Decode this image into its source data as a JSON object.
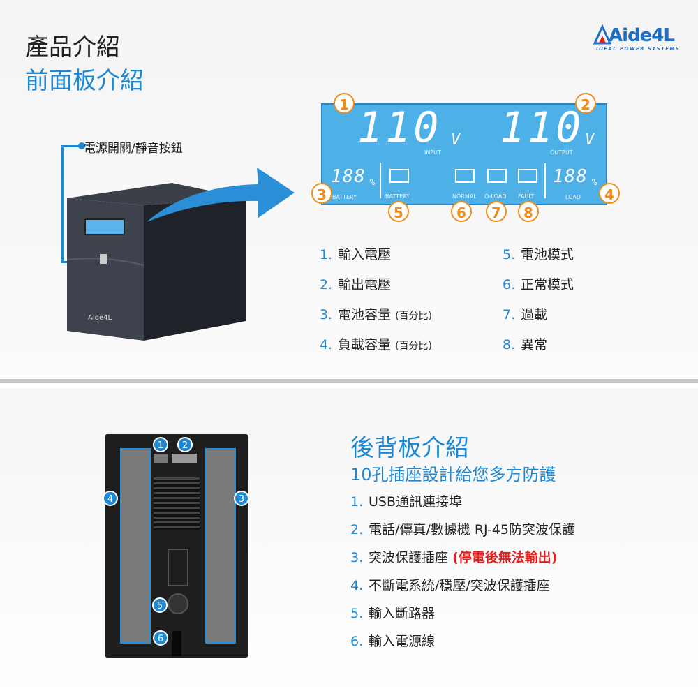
{
  "header": {
    "title": "產品介紹",
    "subtitle": "前面板介紹"
  },
  "logo": {
    "word": "Aide4L",
    "tagline": "IDEAL POWER SYSTEMS"
  },
  "front": {
    "callout": "電源開關/靜音按鈕",
    "lcd": {
      "input_value": "110",
      "output_value": "110",
      "unit": "V",
      "input_label": "INPUT",
      "output_label": "OUTPUT",
      "battery_pct": "188",
      "load_pct": "188",
      "pct_sign": "%",
      "battery_label": "BATTERY",
      "battery_mode_label": "BATTERY",
      "normal_label": "NORMAL",
      "oload_label": "O-LOAD",
      "fault_label": "FAULT",
      "load_label": "LOAD"
    },
    "badges": [
      "1",
      "2",
      "3",
      "4",
      "5",
      "6",
      "7",
      "8"
    ],
    "features": [
      {
        "num": "1.",
        "text": "輸入電壓",
        "note": ""
      },
      {
        "num": "2.",
        "text": "輸出電壓",
        "note": ""
      },
      {
        "num": "3.",
        "text": "電池容量",
        "note": "(百分比)"
      },
      {
        "num": "4.",
        "text": "負載容量",
        "note": "(百分比)"
      },
      {
        "num": "5.",
        "text": "電池模式",
        "note": ""
      },
      {
        "num": "6.",
        "text": "正常模式",
        "note": ""
      },
      {
        "num": "7.",
        "text": "過載",
        "note": ""
      },
      {
        "num": "8.",
        "text": "異常",
        "note": ""
      }
    ]
  },
  "rear": {
    "title": "後背板介紹",
    "subtitle": "10孔插座設計給您多方防護",
    "badges": [
      "1",
      "2",
      "3",
      "4",
      "5",
      "6"
    ],
    "items": [
      {
        "num": "1.",
        "text": "USB通訊連接埠",
        "highlight": ""
      },
      {
        "num": "2.",
        "text": "電話/傳真/數據機 RJ-45防突波保護",
        "highlight": ""
      },
      {
        "num": "3.",
        "text": "突波保護插座",
        "highlight": "(停電後無法輸出)"
      },
      {
        "num": "4.",
        "text": "不斷電系統/穩壓/突波保護插座",
        "highlight": ""
      },
      {
        "num": "5.",
        "text": "輸入斷路器",
        "highlight": ""
      },
      {
        "num": "6.",
        "text": "輸入電源線",
        "highlight": ""
      }
    ]
  },
  "colors": {
    "accent": "#1e88d2",
    "badge": "#f18d1b",
    "warning": "#e02020",
    "lcd": "#4db1e8"
  }
}
